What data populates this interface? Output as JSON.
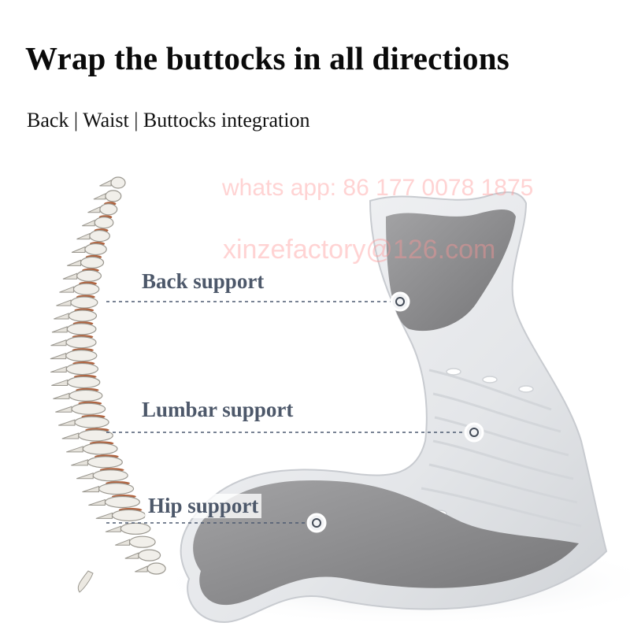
{
  "title": "Wrap the buttocks in all directions",
  "subtitle": "Back | Waist | Buttocks integration",
  "watermarks": {
    "phone": "whats app: 86 177 0078 1875",
    "email": "xinzefactory@126.com"
  },
  "callouts": [
    {
      "label": "Back support"
    },
    {
      "label": "Lumbar support"
    },
    {
      "label": "Hip support"
    }
  ],
  "colors": {
    "callout_text": "#4d586a",
    "dashed_line": "#4d5a70",
    "cushion_shell": "#e9eaec",
    "cushion_fabric": "#8e8e90",
    "vertebra_accent": "#b0633f"
  },
  "icons": [
    "spine-illustration",
    "posture-cushion-illustration",
    "support-point-marker"
  ]
}
